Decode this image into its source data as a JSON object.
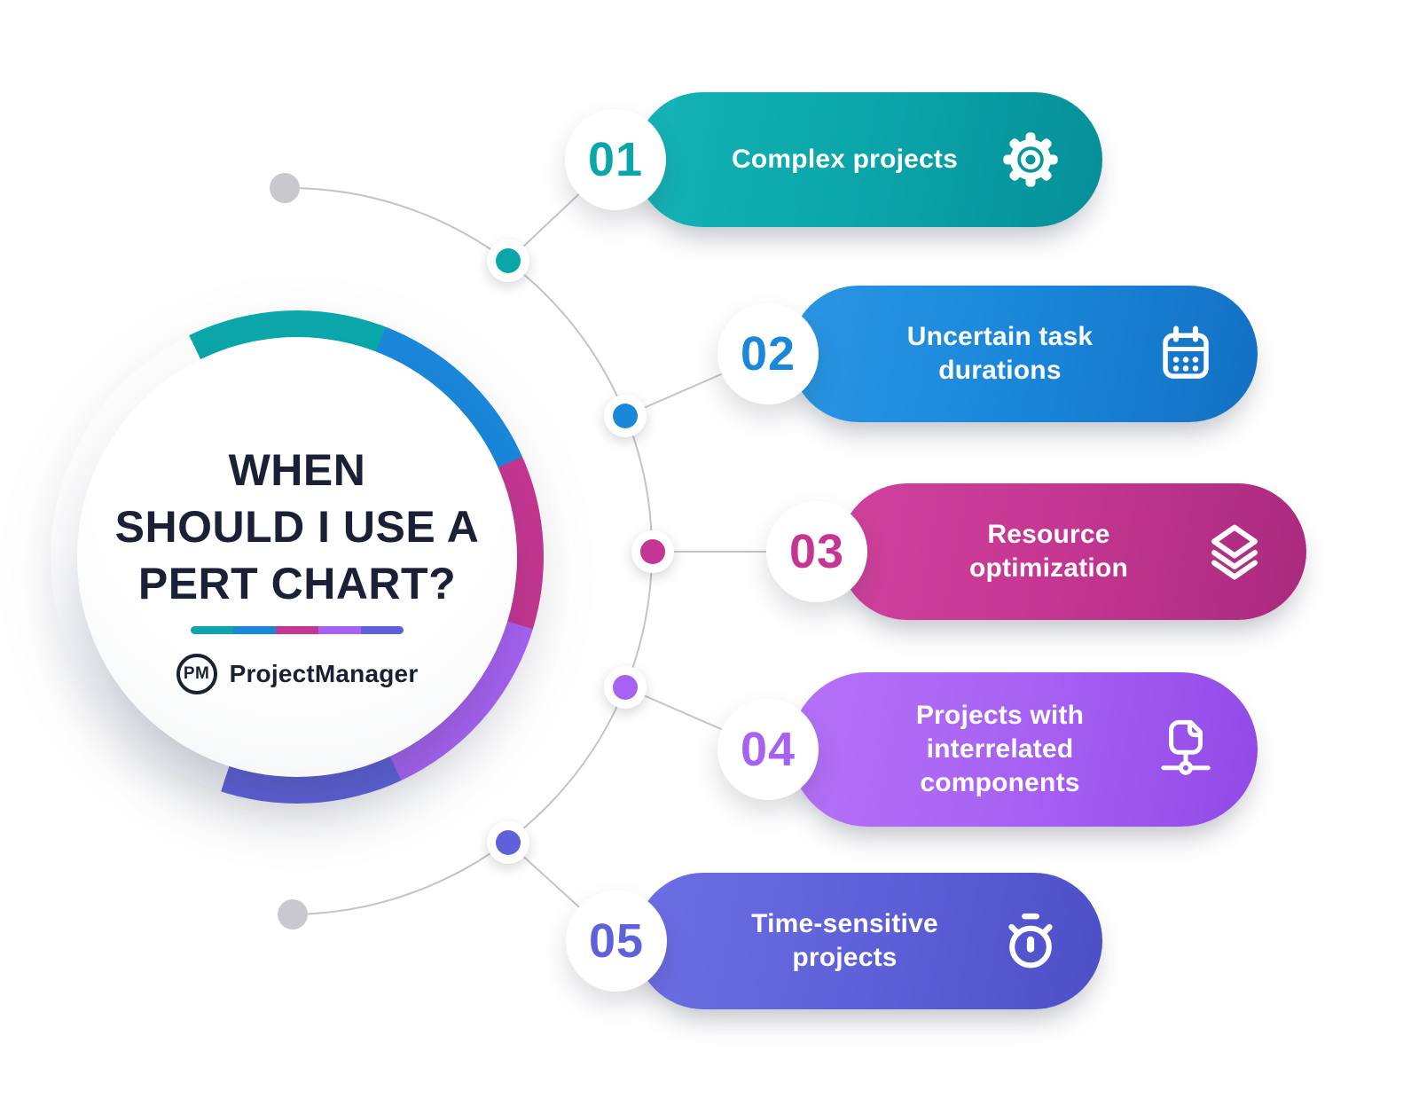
{
  "page": {
    "background": "#ffffff"
  },
  "center": {
    "title_lines": [
      "WHEN",
      "SHOULD I USE A",
      "PERT CHART?"
    ],
    "title_color": "#1a2036",
    "divider_colors": [
      "#0aa6aa",
      "#1a87da",
      "#c43691",
      "#a862f3",
      "#5e61d9"
    ],
    "logo": {
      "monogram": "PM",
      "name": "ProjectManager",
      "color": "#1b2134"
    }
  },
  "items": [
    {
      "number": "01",
      "label_lines": [
        "Complex projects"
      ],
      "icon": "gear-icon",
      "color": "#0aa6aa",
      "color_light": "#16b4b6",
      "color_dark": "#078f99"
    },
    {
      "number": "02",
      "label_lines": [
        "Uncertain task",
        "durations"
      ],
      "icon": "calendar-icon",
      "color": "#1a87da",
      "color_light": "#2b96e4",
      "color_dark": "#1370c4"
    },
    {
      "number": "03",
      "label_lines": [
        "Resource",
        "optimization"
      ],
      "icon": "layers-icon",
      "color": "#c43691",
      "color_light": "#d0429d",
      "color_dark": "#a92a7e"
    },
    {
      "number": "04",
      "label_lines": [
        "Projects with",
        "interrelated",
        "components"
      ],
      "icon": "document-network-icon",
      "color": "#a862f3",
      "color_light": "#b572f7",
      "color_dark": "#9149e6"
    },
    {
      "number": "05",
      "label_lines": [
        "Time-sensitive",
        "projects"
      ],
      "icon": "stopwatch-icon",
      "color": "#5e61d9",
      "color_light": "#6d6fe3",
      "color_dark": "#4d4fc6"
    }
  ],
  "connector": {
    "line_color": "#c3c3c8",
    "endpoint_color": "#c9c9cd"
  },
  "ring": {
    "segment_colors": [
      "#0aa6aa",
      "#1a87da",
      "#c43691",
      "#a862f3",
      "#5e61d9"
    ],
    "faded_color": "#f1f3f6"
  }
}
